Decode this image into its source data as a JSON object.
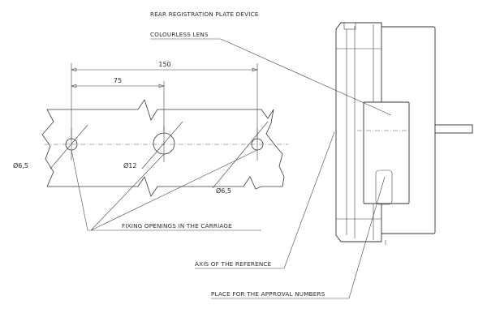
{
  "labels": {
    "title": "REAR REGISTRATION PLATE DEVICE",
    "lens": "COLOURLESS LENS",
    "fixing": "FIXING OPENINGS IN THE CARRIAGE",
    "axis": "AXIS OF THE REFERENCE",
    "approval": "PLACE FOR THE APPROVAL NUMBERS"
  },
  "dimensions": {
    "span_150": "150",
    "span_75": "75",
    "hole_left": "Ø6,5",
    "hole_center": "Ø12",
    "hole_right": "Ø6,5"
  }
}
